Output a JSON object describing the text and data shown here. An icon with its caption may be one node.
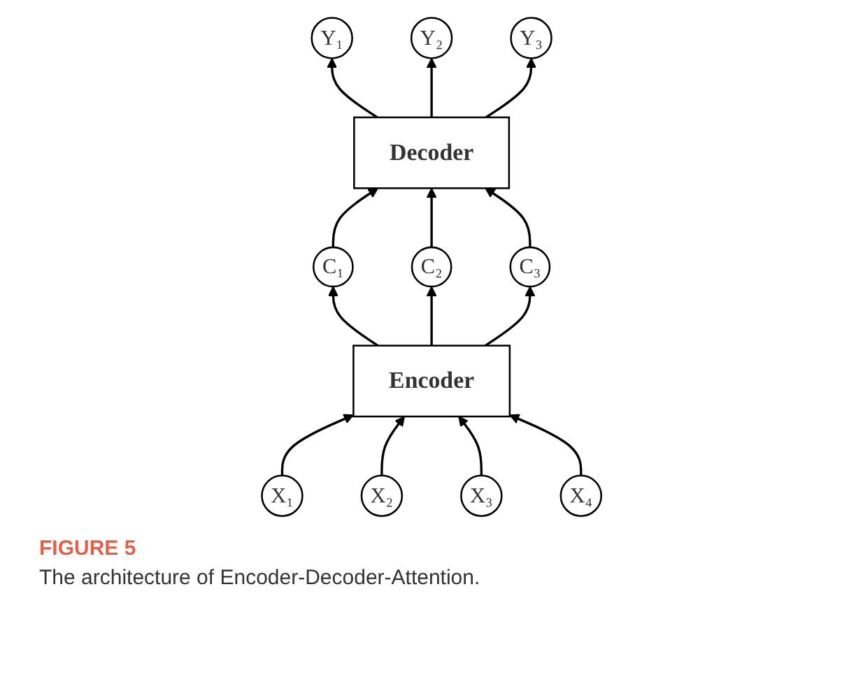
{
  "diagram": {
    "caption": "The architecture of Encoder-Decoder-Attention.",
    "nodes": [
      {
        "text": [
          "Y₁"
        ]
      },
      {
        "text": [
          "Y₂"
        ]
      },
      {
        "text": [
          "Y₃"
        ]
      },
      {
        "text": [
          "Decoder"
        ]
      },
      {
        "text": [
          "C₁"
        ]
      },
      {
        "text": [
          "Encoder"
        ]
      },
      {
        "text": [
          "C₂"
        ]
      },
      {
        "text": [
          "C₃"
        ]
      },
      {
        "text": [
          "X₁"
        ]
      },
      {
        "text": [
          "X₂"
        ]
      },
      {
        "text": [
          "X₃"
        ]
      },
      {
        "text": [
          "X₄"
        ]
      }
    ],
    "edges": [
      {
        "from": 3,
        "to": 0,
        "arrow": "to"
      },
      {
        "from": 3,
        "to": 1,
        "arrow": "to"
      },
      {
        "from": 3,
        "to": 2,
        "arrow": "to"
      },
      {
        "from": 4,
        "to": 3,
        "arrow": "to"
      },
      {
        "from": 6,
        "to": 3,
        "arrow": "to"
      },
      {
        "from": 7,
        "to": 3,
        "arrow": "to"
      },
      {
        "from": 5,
        "to": 4,
        "arrow": "to"
      },
      {
        "from": 5,
        "to": 6,
        "arrow": "to"
      },
      {
        "from": 5,
        "to": 7,
        "arrow": "to"
      },
      {
        "from": 8,
        "to": 5,
        "arrow": "to"
      },
      {
        "from": 9,
        "to": 5,
        "arrow": "to"
      },
      {
        "from": 10,
        "to": 5,
        "arrow": "to"
      },
      {
        "from": 11,
        "to": 5,
        "arrow": "to"
      }
    ],
    "labels": [
      "FIGURE 5"
    ]
  }
}
